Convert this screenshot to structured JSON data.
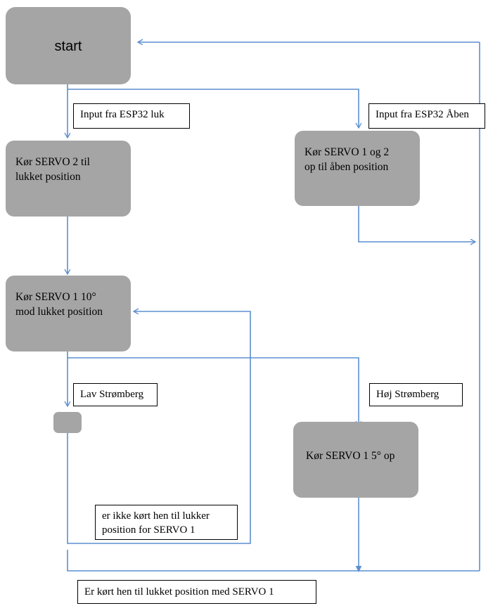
{
  "diagram": {
    "title": "Servo control flowchart",
    "colors": {
      "node_fill": "#a5a5a5",
      "edge_stroke": "#5b8fd0",
      "label_border": "#000000",
      "label_fill": "#ffffff",
      "text": "#000000",
      "background": "#ffffff"
    },
    "nodes": [
      {
        "id": "start",
        "text": "start"
      },
      {
        "id": "servo2-close",
        "text": "Kør SERVO 2 til\nlukket position"
      },
      {
        "id": "servo12-open",
        "text": "Kør SERVO 1 og 2\nop til åben position"
      },
      {
        "id": "servo1-10",
        "text": "Kør SERVO 1 10°\nmod lukket position"
      },
      {
        "id": "junction",
        "text": ""
      },
      {
        "id": "servo1-5up",
        "text": "Kør SERVO 1 5° op"
      }
    ],
    "edge_labels": [
      {
        "id": "esp32-luk",
        "text": "Input fra ESP32 luk"
      },
      {
        "id": "esp32-aben",
        "text": "Input fra ESP32 Åben"
      },
      {
        "id": "lav-stromberg",
        "text": "Lav Strømberg"
      },
      {
        "id": "hoj-stromberg",
        "text": "Høj Strømberg"
      },
      {
        "id": "ikke-kort",
        "text": "er ikke kørt hen til lukker\nposition for SERVO 1"
      },
      {
        "id": "er-kort",
        "text": "Er kørt hen til lukket position med SERVO 1"
      }
    ]
  }
}
